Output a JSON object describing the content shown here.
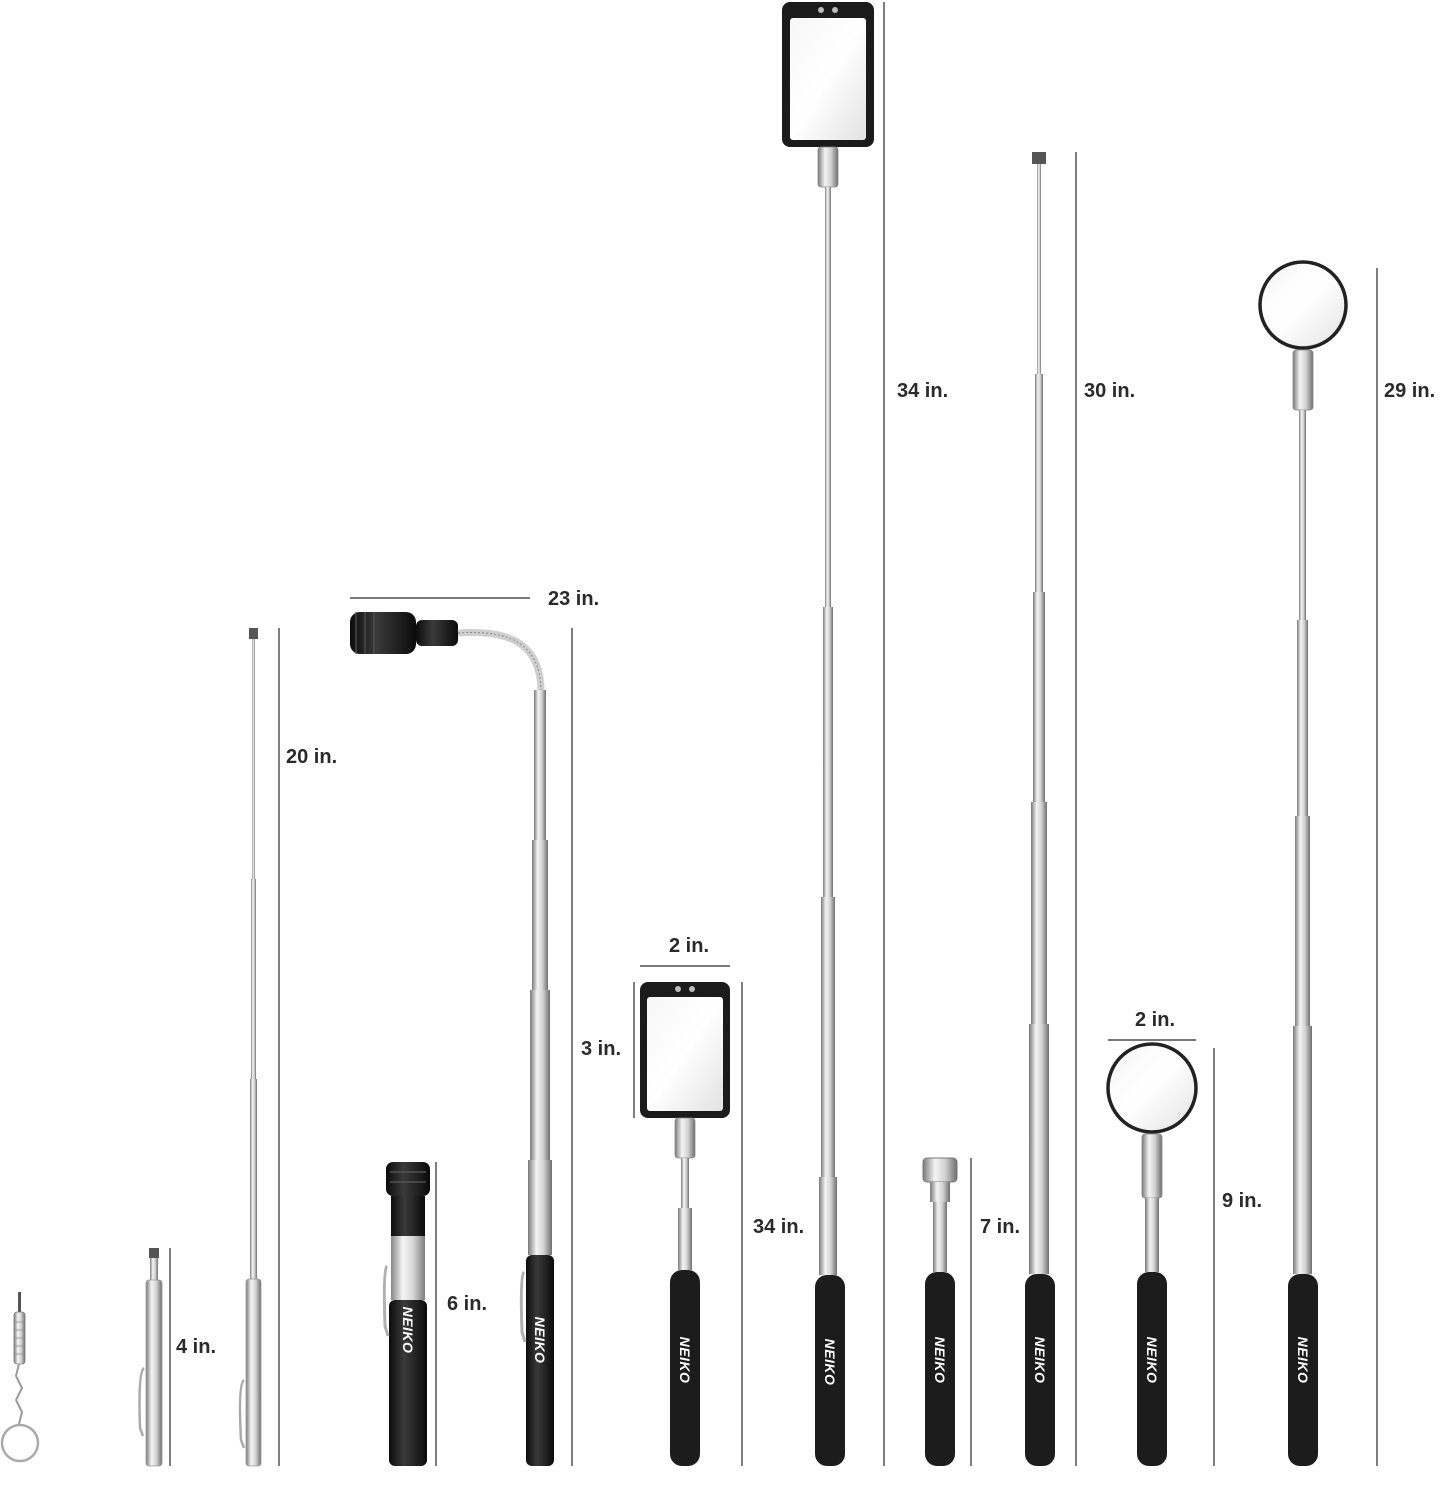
{
  "brand": "NEIKO",
  "colors": {
    "background": "#ffffff",
    "handle": "#1c1c1c",
    "steel_light": "#f4f4f4",
    "steel_dark": "#7a7a7a",
    "dimension_line": "#2a2a2a",
    "label": "#2a2a2a"
  },
  "tools": [
    {
      "name": "mini-screwdriver-keychain"
    },
    {
      "name": "pocket-magnetic-pickup",
      "length": "4 in."
    },
    {
      "name": "telescoping-magnetic-pickup",
      "length": "20 in."
    },
    {
      "name": "led-flashlight-collapsed",
      "length": "6 in."
    },
    {
      "name": "led-flashlight-extended",
      "reach": "23 in."
    },
    {
      "name": "rectangular-mirror-small",
      "length": "34 in.",
      "mirror_width": "2 in.",
      "mirror_height": "3 in."
    },
    {
      "name": "rectangular-mirror-extended",
      "length": "34 in."
    },
    {
      "name": "magnetic-pickup-collapsed",
      "length": "7 in."
    },
    {
      "name": "magnetic-pickup-extended",
      "length": "30 in."
    },
    {
      "name": "round-mirror-collapsed",
      "length": "9 in.",
      "mirror_diameter": "2 in."
    },
    {
      "name": "round-mirror-extended",
      "length": "29 in."
    }
  ]
}
